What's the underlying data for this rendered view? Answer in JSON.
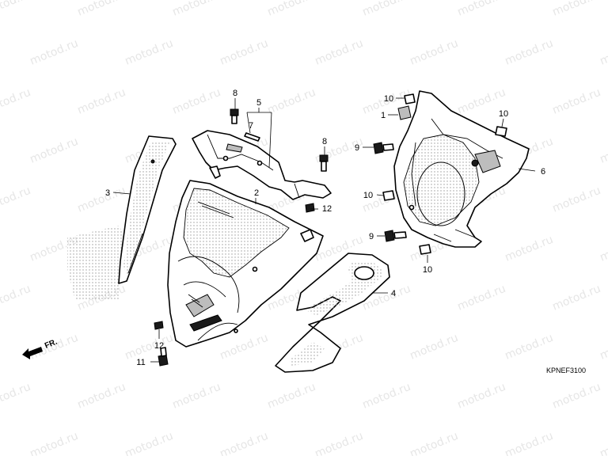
{
  "watermark": "motod.ru",
  "diagram_code": "KPNEF3100",
  "direction_label": "FR.",
  "callouts": {
    "p1": "1",
    "p2": "2",
    "p3": "3",
    "p4": "4",
    "p5": "5",
    "p6": "6",
    "p7": "7",
    "p8a": "8",
    "p8b": "8",
    "p9a": "9",
    "p9b": "9",
    "p10a": "10",
    "p10b": "10",
    "p10c": "10",
    "p10d": "10",
    "p11": "11",
    "p12a": "12",
    "p12b": "12"
  }
}
